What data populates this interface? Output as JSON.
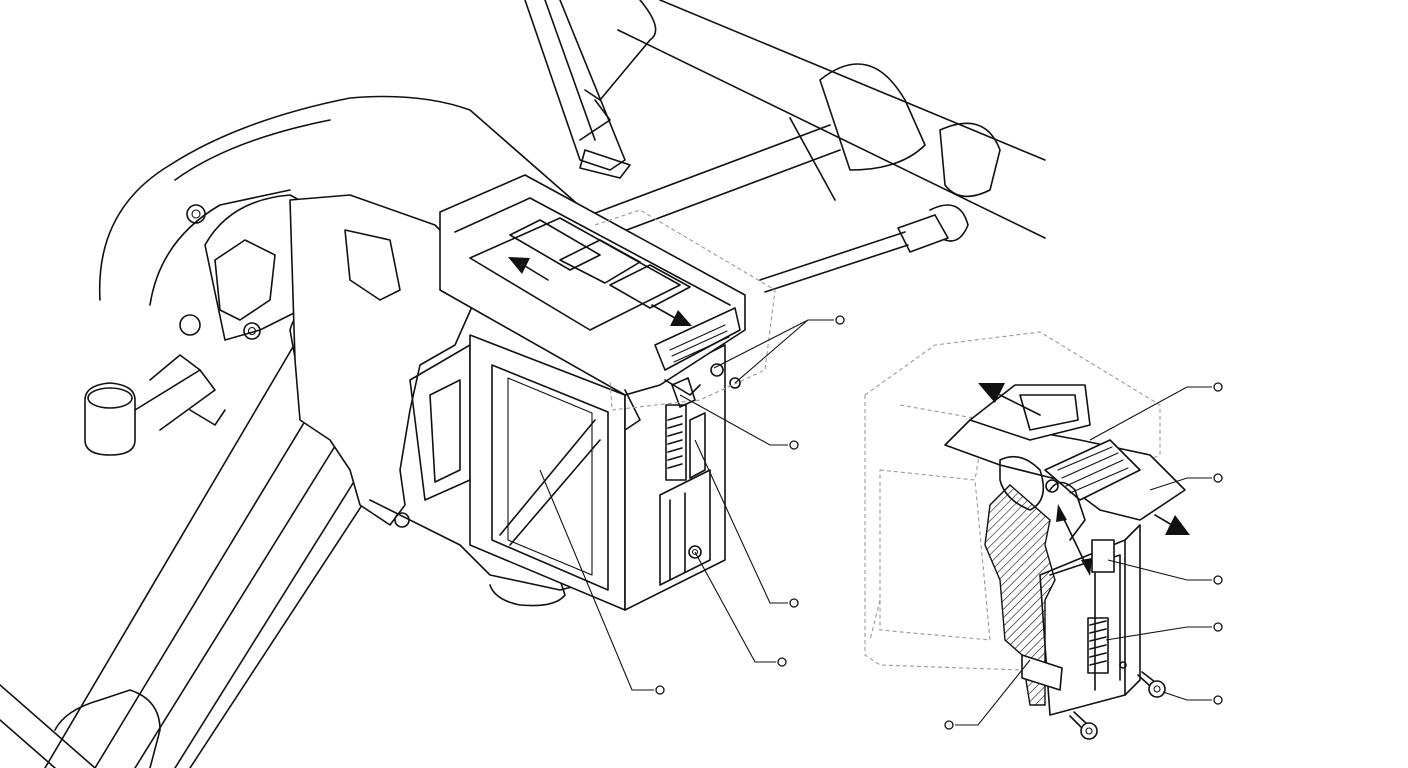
{
  "figure": {
    "type": "technical-illustration",
    "subject": "drone-battery-latch",
    "callout_style": "unlabeled-circle",
    "detail_view": true,
    "callouts": [
      {
        "id": "callout-1"
      },
      {
        "id": "callout-2"
      },
      {
        "id": "callout-3"
      },
      {
        "id": "callout-4"
      },
      {
        "id": "callout-5"
      },
      {
        "id": "callout-6"
      },
      {
        "id": "callout-7"
      },
      {
        "id": "callout-8"
      },
      {
        "id": "callout-9"
      },
      {
        "id": "callout-10"
      },
      {
        "id": "callout-11"
      }
    ],
    "colors": {
      "line": "#111111",
      "background": "#ffffff",
      "ghost": "#9a9a9a"
    }
  }
}
